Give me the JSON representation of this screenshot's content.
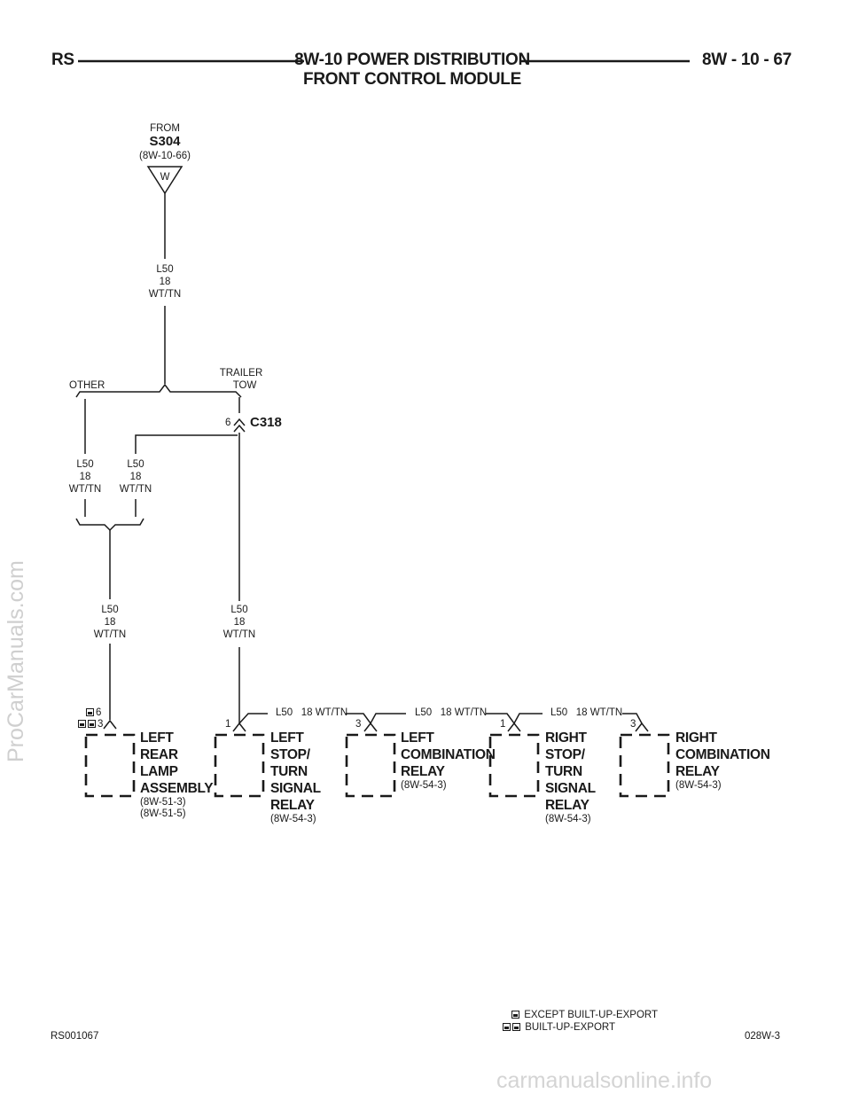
{
  "header": {
    "left_code": "RS",
    "title_line1": "8W-10 POWER DISTRIBUTION",
    "title_line2": "FRONT CONTROL MODULE",
    "page_number": "8W - 10 - 67"
  },
  "source": {
    "from_label": "FROM",
    "splice_id": "S304",
    "reference": "(8W-10-66)",
    "terminal": "W"
  },
  "wire_main": {
    "circuit": "L50",
    "gauge": "18",
    "color": "WT/TN"
  },
  "branch": {
    "other_label": "OTHER",
    "trailer_label_1": "TRAILER",
    "trailer_label_2": "TOW"
  },
  "connector": {
    "pin": "6",
    "id": "C318"
  },
  "wire_left_a": {
    "circuit": "L50",
    "gauge": "18",
    "color": "WT/TN"
  },
  "wire_left_b": {
    "circuit": "L50",
    "gauge": "18",
    "color": "WT/TN"
  },
  "wire_left_c": {
    "circuit": "L50",
    "gauge": "18",
    "color": "WT/TN"
  },
  "wire_right_c": {
    "circuit": "L50",
    "gauge": "18",
    "color": "WT/TN"
  },
  "wire_h1": {
    "circuit": "L50",
    "spec": "18 WT/TN"
  },
  "wire_h2": {
    "circuit": "L50",
    "spec": "18 WT/TN"
  },
  "wire_h3": {
    "circuit": "L50",
    "spec": "18 WT/TN"
  },
  "pins": {
    "lrl_pin_a": "6",
    "lrl_pin_b": "3",
    "lst_pin": "1",
    "lcr_pin": "3",
    "rst_pin": "1",
    "rcr_pin": "3"
  },
  "components": [
    {
      "name_lines": [
        "LEFT",
        "REAR",
        "LAMP",
        "ASSEMBLY"
      ],
      "refs": [
        "(8W-51-3)",
        "(8W-51-5)"
      ]
    },
    {
      "name_lines": [
        "LEFT",
        "STOP/",
        "TURN",
        "SIGNAL",
        "RELAY"
      ],
      "refs": [
        "(8W-54-3)"
      ]
    },
    {
      "name_lines": [
        "LEFT",
        "COMBINATION",
        "RELAY"
      ],
      "refs": [
        "(8W-54-3)"
      ]
    },
    {
      "name_lines": [
        "RIGHT",
        "STOP/",
        "TURN",
        "SIGNAL",
        "RELAY"
      ],
      "refs": [
        "(8W-54-3)"
      ]
    },
    {
      "name_lines": [
        "RIGHT",
        "COMBINATION",
        "RELAY"
      ],
      "refs": [
        "(8W-54-3)"
      ]
    }
  ],
  "legend": {
    "item1": "EXCEPT BUILT-UP-EXPORT",
    "item2": "BUILT-UP-EXPORT"
  },
  "footer": {
    "left_code": "RS001067",
    "right_code": "028W-3"
  },
  "watermarks": {
    "side": "ProCarManuals.com",
    "bottom": "carmanualsonline.info"
  }
}
